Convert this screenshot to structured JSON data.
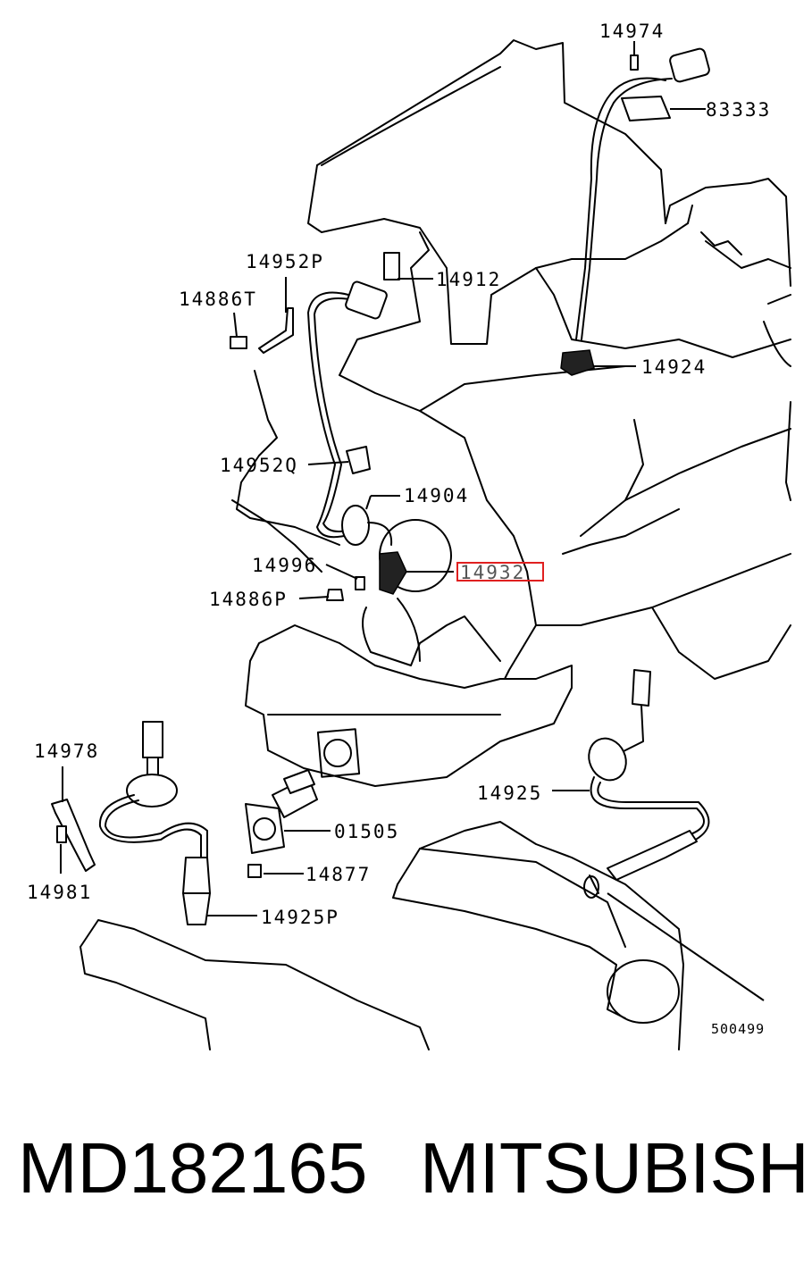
{
  "diagram": {
    "reference_number": "500499",
    "highlighted_callout": "14932",
    "callouts": [
      {
        "id": "14974",
        "label": "14974"
      },
      {
        "id": "83333",
        "label": "83333"
      },
      {
        "id": "14952P",
        "label": "14952P"
      },
      {
        "id": "14912",
        "label": "14912"
      },
      {
        "id": "14886T",
        "label": "14886T"
      },
      {
        "id": "14924",
        "label": "14924"
      },
      {
        "id": "14952Q",
        "label": "14952Q"
      },
      {
        "id": "14904",
        "label": "14904"
      },
      {
        "id": "14996",
        "label": "14996"
      },
      {
        "id": "14932",
        "label": "14932"
      },
      {
        "id": "14886P",
        "label": "14886P"
      },
      {
        "id": "14978",
        "label": "14978"
      },
      {
        "id": "14925",
        "label": "14925"
      },
      {
        "id": "01505",
        "label": "01505"
      },
      {
        "id": "14877",
        "label": "14877"
      },
      {
        "id": "14981",
        "label": "14981"
      },
      {
        "id": "14925P",
        "label": "14925P"
      }
    ]
  },
  "footer": {
    "part_number": "MD182165",
    "brand": "MITSUBISHI"
  },
  "colors": {
    "line": "#000000",
    "highlight_box": "#e02020",
    "background": "#ffffff"
  }
}
